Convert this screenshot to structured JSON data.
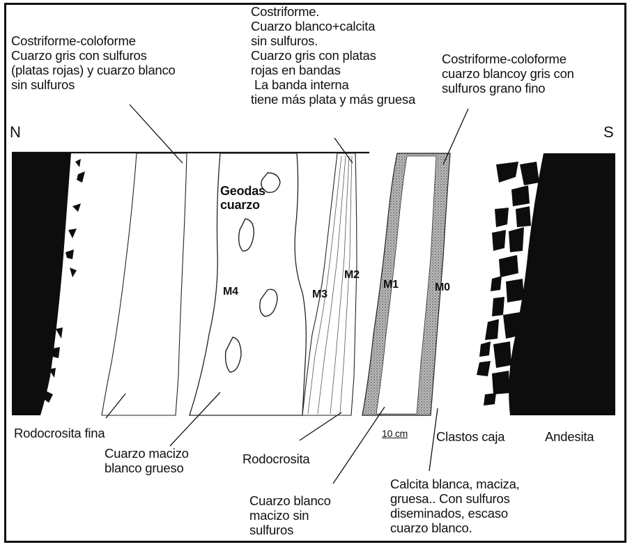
{
  "poles": {
    "north": "N",
    "south": "S"
  },
  "band_codes": {
    "m4": "M4",
    "m3": "M3",
    "m2": "M2",
    "m1": "M1",
    "m0": "M0"
  },
  "scale_bar": "10 cm",
  "annotations": {
    "top_left": "Costriforme-coloforme\nCuarzo gris con sulfuros\n(platas rojas) y cuarzo blanco\nsin sulfuros",
    "top_center": "Costriforme.\nCuarzo blanco+calcita\nsin sulfuros.\nCuarzo gris con platas\nrojas en bandas\n La banda interna\ntiene más plata y más gruesa",
    "top_right": "Costriforme-coloforme\ncuarzo blancoy gris con\nsulfuros grano fino",
    "geodas": "Geodas\ncuarzo",
    "rodocrosita_fina": "Rodocrosita fina",
    "cuarzo_macizo": "Cuarzo macizo\nblanco grueso",
    "rodocrosita": "Rodocrosita",
    "cuarzo_blanco_macizo": "Cuarzo blanco\nmacizo sin\nsulfuros",
    "clastos_caja": "Clastos caja",
    "andesita": "Andesita",
    "calcita": "Calcita blanca, maciza,\ngruesa.. Con sulfuros\ndiseminados, escaso\ncuarzo blanco."
  },
  "colors": {
    "rock": "#0d0d0d",
    "stroke": "#1a1a1a",
    "stipple": "#8a8a8a",
    "paper": "#ffffff"
  }
}
